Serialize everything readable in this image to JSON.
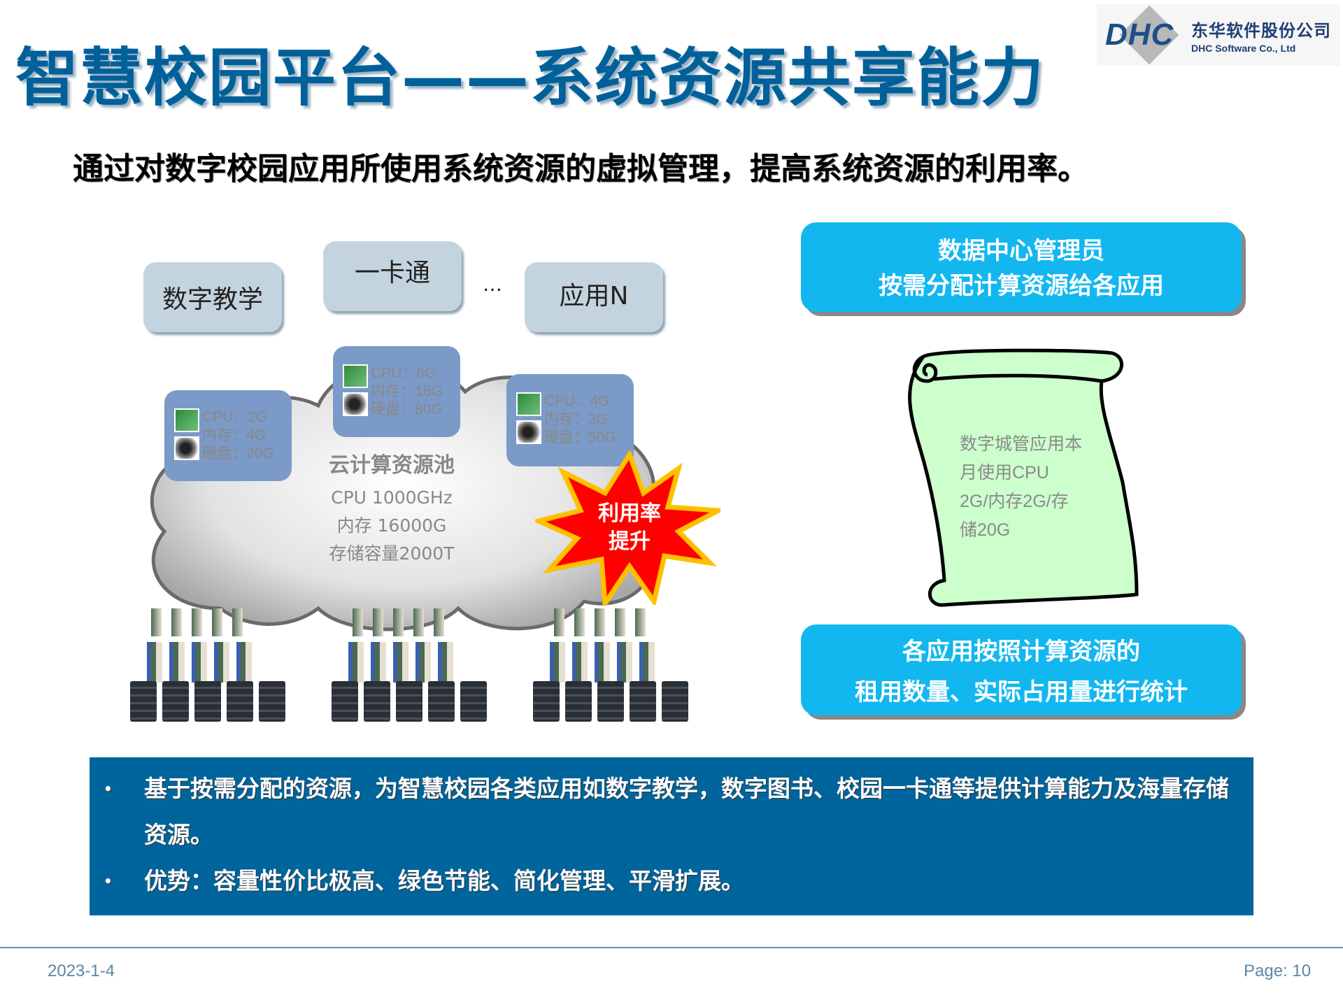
{
  "header": {
    "title": "智慧校园平台——系统资源共享能力",
    "subtitle": "通过对数字校园应用所使用系统资源的虚拟管理，提高系统资源的利用率。",
    "logo": {
      "mark": "DHC",
      "company_cn": "东华软件股份公司",
      "company_en": "DHC Software Co., Ltd"
    }
  },
  "diagram": {
    "apps": [
      {
        "label": "数字教学"
      },
      {
        "label": "一卡通"
      },
      {
        "label": "应用N"
      }
    ],
    "ellipsis": "…",
    "vms": [
      {
        "cpu": "CPU：2G",
        "memory": "内存：4G",
        "disk": "硬盘：20G"
      },
      {
        "cpu": "CPU：6G",
        "memory": "内存：16G",
        "disk": "硬盘：80G"
      },
      {
        "cpu": "CPU：4G",
        "memory": "内存：3G",
        "disk": "硬盘：50G"
      }
    ],
    "pool": {
      "title": "云计算资源池",
      "cpu": "CPU 1000GHz",
      "memory": "内存 16000G",
      "storage": "存储容量2000T"
    },
    "burst": {
      "line1": "利用率",
      "line2": "提升"
    },
    "colors": {
      "burst_fill": "#ff0000",
      "burst_stroke": "#ffc000",
      "vm_fill": "#7b9ac7",
      "app_fill": "#c4d4de"
    }
  },
  "right_panel": {
    "top_box": {
      "line1": "数据中心管理员",
      "line2": "按需分配计算资源给各应用"
    },
    "scroll_text": {
      "line1": "数字城管应用本",
      "line2": "月使用CPU",
      "line3": "2G/内存2G/存",
      "line4": "储20G"
    },
    "bottom_box": {
      "line1": "各应用按照计算资源的",
      "line2": "租用数量、实际占用量进行统计"
    },
    "colors": {
      "box_fill": "#12b7ef",
      "scroll_fill": "#ccffcc"
    }
  },
  "bullets": {
    "items": [
      {
        "text": "基于按需分配的资源，为智慧校园各类应用如数字教学，数字图书、校园一卡通等提供计算能力及海量存储资源。"
      },
      {
        "text": "优势：容量性价比极高、绿色节能、简化管理、平滑扩展。"
      }
    ],
    "bullet_char": "•",
    "background": "#00659c"
  },
  "footer": {
    "date": "2023-1-4",
    "page": "Page: 10"
  }
}
